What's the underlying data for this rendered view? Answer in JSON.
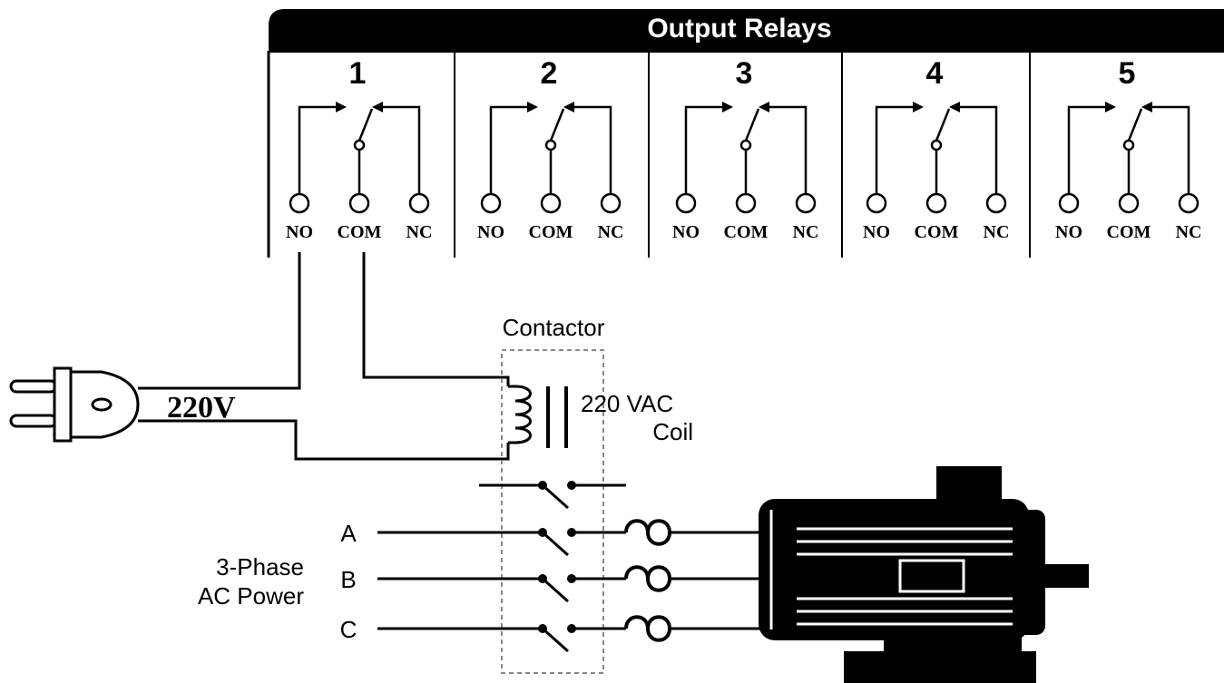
{
  "header": {
    "title": "Output Relays"
  },
  "relays": [
    {
      "number": "1",
      "terminals": [
        "NO",
        "COM",
        "NC"
      ]
    },
    {
      "number": "2",
      "terminals": [
        "NO",
        "COM",
        "NC"
      ]
    },
    {
      "number": "3",
      "terminals": [
        "NO",
        "COM",
        "NC"
      ]
    },
    {
      "number": "4",
      "terminals": [
        "NO",
        "COM",
        "NC"
      ]
    },
    {
      "number": "5",
      "terminals": [
        "NO",
        "COM",
        "NC"
      ]
    }
  ],
  "plug": {
    "voltage": "220V"
  },
  "contactor": {
    "title": "Contactor",
    "coil_line1": "220 VAC",
    "coil_line2": "Coil"
  },
  "power": {
    "line1": "3-Phase",
    "line2": "AC Power",
    "phases": [
      "A",
      "B",
      "C"
    ]
  },
  "colors": {
    "ink": "#000000",
    "background": "#ffffff",
    "dashed": "#888888"
  }
}
